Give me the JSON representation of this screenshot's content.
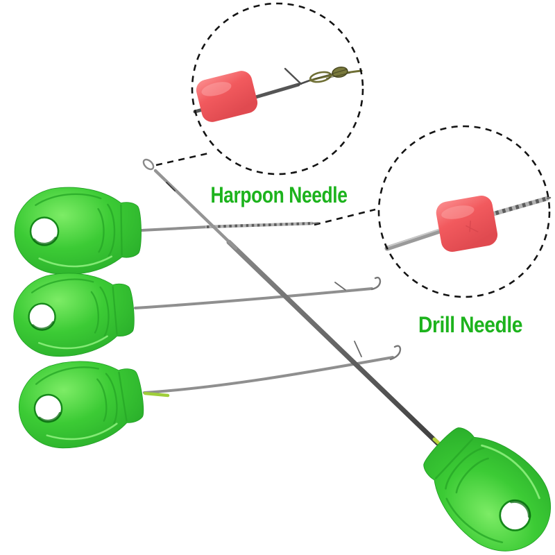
{
  "image": {
    "kind": "product-photo",
    "subject": "carp-fishing-baiting-needle-set",
    "background": "#ffffff"
  },
  "labels": {
    "harpoon": "Harpoon Needle",
    "drill": "Drill Needle"
  },
  "colors": {
    "label_green": "#1db31d",
    "handle_green": "#3ccb35",
    "handle_green_light": "#84ee6e",
    "handle_green_dark": "#1f9e23",
    "bead_pink": "#f25a5e",
    "bead_pink_light": "#fb8f90",
    "metal_gray": "#8f8f8f",
    "metal_dark": "#4a4a4a",
    "braid_olive": "#6f6f35",
    "dash_black": "#141414"
  },
  "insets": [
    {
      "name": "harpoon-needle-inset",
      "shows": "pink bait stop bead on harpoon needle tip with braided hair-rig loop knot"
    },
    {
      "name": "drill-needle-inset",
      "shows": "pink bait stop bead on spiral drill needle tip"
    }
  ],
  "tools": [
    {
      "name": "drill-baiting-needle",
      "handle": "green teardrop handle",
      "tip": "drill"
    },
    {
      "name": "latch-baiting-needle",
      "handle": "green teardrop handle",
      "tip": "latch hook"
    },
    {
      "name": "latch-stringer-needle",
      "handle": "green teardrop handle",
      "tip": "latch hook"
    },
    {
      "name": "long-splicing-needle",
      "handle": "green teardrop handle",
      "tip": "open loop"
    }
  ]
}
